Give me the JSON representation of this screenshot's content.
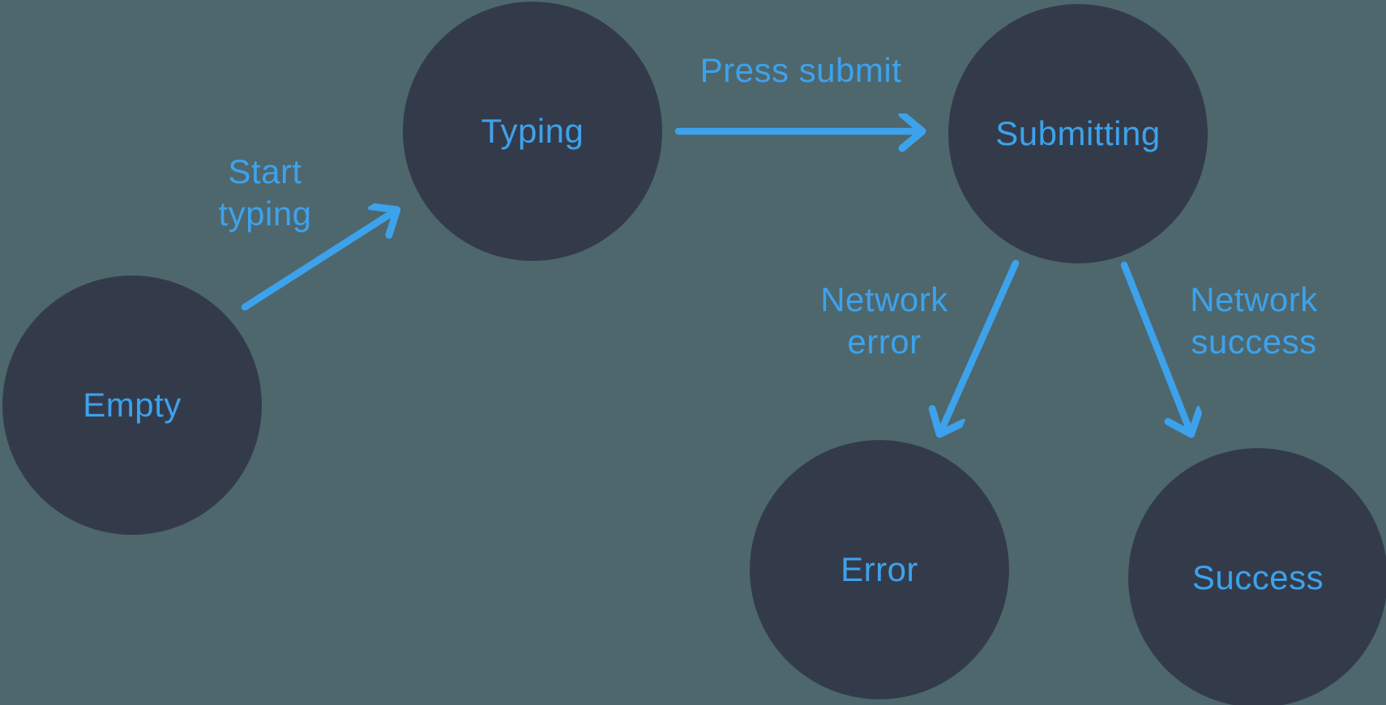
{
  "diagram": {
    "kind": "state-machine",
    "colors": {
      "background": "#4D676D",
      "node_fill": "#333B4B",
      "accent": "#3DA2EC"
    },
    "nodes": [
      {
        "id": "empty",
        "label": "Empty"
      },
      {
        "id": "typing",
        "label": "Typing"
      },
      {
        "id": "submitting",
        "label": "Submitting"
      },
      {
        "id": "error",
        "label": "Error"
      },
      {
        "id": "success",
        "label": "Success"
      }
    ],
    "edges": [
      {
        "from": "empty",
        "to": "typing",
        "label": "Start typing",
        "lines": [
          "Start",
          "typing"
        ]
      },
      {
        "from": "typing",
        "to": "submitting",
        "label": "Press submit",
        "lines": [
          "Press submit"
        ]
      },
      {
        "from": "submitting",
        "to": "error",
        "label": "Network error",
        "lines": [
          "Network",
          "error"
        ]
      },
      {
        "from": "submitting",
        "to": "success",
        "label": "Network success",
        "lines": [
          "Network",
          "success"
        ]
      }
    ]
  }
}
